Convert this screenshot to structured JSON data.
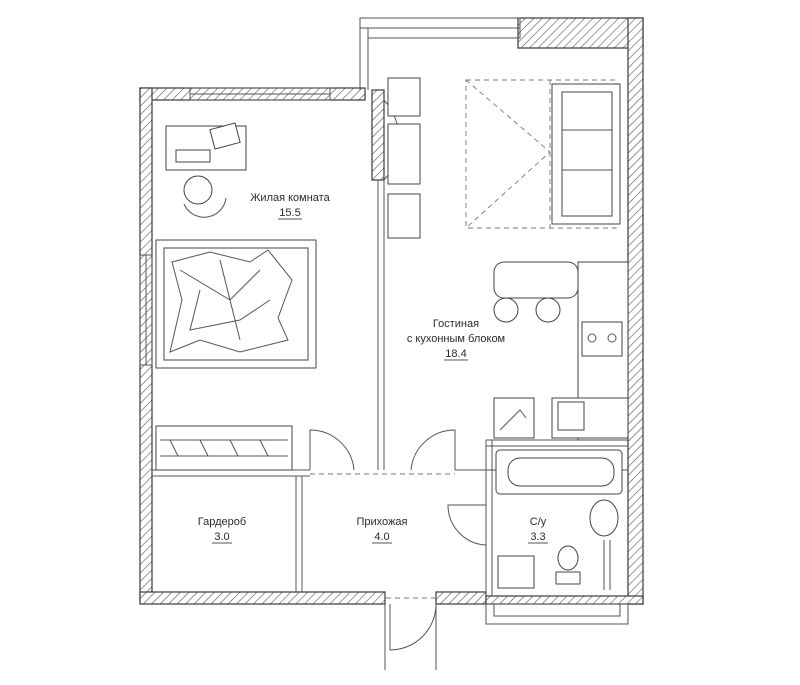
{
  "rooms": [
    {
      "name": "Жилая комната",
      "area": "15.5"
    },
    {
      "name": "Гостиная",
      "name2": "с кухонным блоком",
      "area": "18.4"
    },
    {
      "name": "Гардероб",
      "area": "3.0"
    },
    {
      "name": "Прихожая",
      "area": "4.0"
    },
    {
      "name": "С/у",
      "area": "3.3"
    }
  ]
}
